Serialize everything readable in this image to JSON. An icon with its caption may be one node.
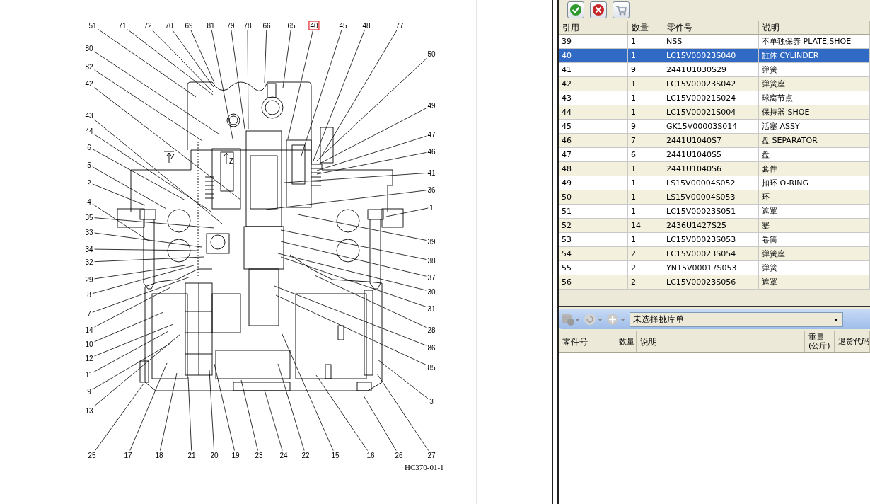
{
  "diagram": {
    "nodes": [
      {
        "text": [
          "51"
        ]
      },
      {
        "text": [
          "71"
        ]
      },
      {
        "text": [
          "72"
        ]
      },
      {
        "text": [
          "70"
        ]
      },
      {
        "text": [
          "69"
        ]
      },
      {
        "text": [
          "81"
        ]
      },
      {
        "text": [
          "79"
        ]
      },
      {
        "text": [
          "78"
        ]
      },
      {
        "text": [
          "66"
        ]
      },
      {
        "text": [
          "65"
        ]
      },
      {
        "text": [
          "40"
        ]
      },
      {
        "text": [
          "45"
        ]
      },
      {
        "text": [
          "48"
        ]
      },
      {
        "text": [
          "77"
        ]
      },
      {
        "text": [
          "80"
        ]
      },
      {
        "text": [
          "82"
        ]
      },
      {
        "text": [
          "42"
        ]
      },
      {
        "text": [
          "43"
        ]
      },
      {
        "text": [
          "44"
        ]
      },
      {
        "text": [
          "6"
        ]
      },
      {
        "text": [
          "5"
        ]
      },
      {
        "text": [
          "2"
        ]
      },
      {
        "text": [
          "4"
        ]
      },
      {
        "text": [
          "35"
        ]
      },
      {
        "text": [
          "33"
        ]
      },
      {
        "text": [
          "34"
        ]
      },
      {
        "text": [
          "32"
        ]
      },
      {
        "text": [
          "29"
        ]
      },
      {
        "text": [
          "8"
        ]
      },
      {
        "text": [
          "7"
        ]
      },
      {
        "text": [
          "14"
        ]
      },
      {
        "text": [
          "10"
        ]
      },
      {
        "text": [
          "12"
        ]
      },
      {
        "text": [
          "11"
        ]
      },
      {
        "text": [
          "9"
        ]
      },
      {
        "text": [
          "13"
        ]
      },
      {
        "text": [
          "50"
        ]
      },
      {
        "text": [
          "49"
        ]
      },
      {
        "text": [
          "47"
        ]
      },
      {
        "text": [
          "46"
        ]
      },
      {
        "text": [
          "41"
        ]
      },
      {
        "text": [
          "36"
        ]
      },
      {
        "text": [
          "1"
        ]
      },
      {
        "text": [
          "39"
        ]
      },
      {
        "text": [
          "38"
        ]
      },
      {
        "text": [
          "37"
        ]
      },
      {
        "text": [
          "30"
        ]
      },
      {
        "text": [
          "31"
        ]
      },
      {
        "text": [
          "28"
        ]
      },
      {
        "text": [
          "86"
        ]
      },
      {
        "text": [
          "85"
        ]
      },
      {
        "text": [
          "3"
        ]
      },
      {
        "text": [
          "25"
        ]
      },
      {
        "text": [
          "17"
        ]
      },
      {
        "text": [
          "18"
        ]
      },
      {
        "text": [
          "21"
        ]
      },
      {
        "text": [
          "20"
        ]
      },
      {
        "text": [
          "19"
        ]
      },
      {
        "text": [
          "23"
        ]
      },
      {
        "text": [
          "24"
        ]
      },
      {
        "text": [
          "22"
        ]
      },
      {
        "text": [
          "15"
        ]
      },
      {
        "text": [
          "16"
        ]
      },
      {
        "text": [
          "26"
        ]
      },
      {
        "text": [
          "27"
        ]
      }
    ],
    "edges": [
      {
        "from": 0,
        "to": null,
        "arrow": "none"
      },
      {
        "from": 1,
        "to": null,
        "arrow": "none"
      },
      {
        "from": 2,
        "to": null,
        "arrow": "none"
      },
      {
        "from": 3,
        "to": null,
        "arrow": "none"
      },
      {
        "from": 4,
        "to": null,
        "arrow": "none"
      },
      {
        "from": 5,
        "to": null,
        "arrow": "none"
      },
      {
        "from": 6,
        "to": null,
        "arrow": "none"
      },
      {
        "from": 7,
        "to": null,
        "arrow": "none"
      },
      {
        "from": 8,
        "to": null,
        "arrow": "none"
      },
      {
        "from": 9,
        "to": null,
        "arrow": "none"
      },
      {
        "from": 10,
        "to": null,
        "arrow": "none"
      },
      {
        "from": 11,
        "to": null,
        "arrow": "none"
      },
      {
        "from": 12,
        "to": null,
        "arrow": "none"
      },
      {
        "from": 13,
        "to": null,
        "arrow": "none"
      },
      {
        "from": 14,
        "to": null,
        "arrow": "none"
      },
      {
        "from": 15,
        "to": null,
        "arrow": "none"
      },
      {
        "from": 16,
        "to": null,
        "arrow": "none"
      },
      {
        "from": 17,
        "to": null,
        "arrow": "none"
      },
      {
        "from": 18,
        "to": null,
        "arrow": "none"
      },
      {
        "from": 19,
        "to": null,
        "arrow": "none"
      },
      {
        "from": 20,
        "to": null,
        "arrow": "none"
      },
      {
        "from": 21,
        "to": null,
        "arrow": "none"
      },
      {
        "from": 22,
        "to": null,
        "arrow": "none"
      },
      {
        "from": 23,
        "to": null,
        "arrow": "none"
      },
      {
        "from": 24,
        "to": null,
        "arrow": "none"
      },
      {
        "from": 25,
        "to": null,
        "arrow": "none"
      },
      {
        "from": 26,
        "to": null,
        "arrow": "none"
      },
      {
        "from": 27,
        "to": null,
        "arrow": "none"
      },
      {
        "from": 28,
        "to": null,
        "arrow": "none"
      },
      {
        "from": 29,
        "to": null,
        "arrow": "none"
      },
      {
        "from": 30,
        "to": null,
        "arrow": "none"
      },
      {
        "from": 31,
        "to": null,
        "arrow": "none"
      },
      {
        "from": 32,
        "to": null,
        "arrow": "none"
      },
      {
        "from": 33,
        "to": null,
        "arrow": "none"
      },
      {
        "from": 34,
        "to": null,
        "arrow": "none"
      },
      {
        "from": 35,
        "to": null,
        "arrow": "none"
      },
      {
        "from": 36,
        "to": null,
        "arrow": "none"
      },
      {
        "from": 37,
        "to": null,
        "arrow": "none"
      },
      {
        "from": 38,
        "to": null,
        "arrow": "none"
      },
      {
        "from": 39,
        "to": null,
        "arrow": "none"
      },
      {
        "from": 40,
        "to": null,
        "arrow": "none"
      },
      {
        "from": 41,
        "to": null,
        "arrow": "none"
      },
      {
        "from": 42,
        "to": null,
        "arrow": "none"
      },
      {
        "from": 43,
        "to": null,
        "arrow": "none"
      },
      {
        "from": 44,
        "to": null,
        "arrow": "none"
      },
      {
        "from": 45,
        "to": null,
        "arrow": "none"
      },
      {
        "from": 46,
        "to": null,
        "arrow": "none"
      },
      {
        "from": 47,
        "to": null,
        "arrow": "none"
      },
      {
        "from": 48,
        "to": null,
        "arrow": "none"
      },
      {
        "from": 49,
        "to": null,
        "arrow": "none"
      },
      {
        "from": 50,
        "to": null,
        "arrow": "none"
      },
      {
        "from": 51,
        "to": null,
        "arrow": "none"
      },
      {
        "from": 52,
        "to": null,
        "arrow": "none"
      },
      {
        "from": 53,
        "to": null,
        "arrow": "none"
      },
      {
        "from": 54,
        "to": null,
        "arrow": "none"
      },
      {
        "from": 55,
        "to": null,
        "arrow": "none"
      },
      {
        "from": 56,
        "to": null,
        "arrow": "none"
      },
      {
        "from": 57,
        "to": null,
        "arrow": "none"
      },
      {
        "from": 58,
        "to": null,
        "arrow": "none"
      },
      {
        "from": 59,
        "to": null,
        "arrow": "none"
      },
      {
        "from": 60,
        "to": null,
        "arrow": "none"
      },
      {
        "from": 61,
        "to": null,
        "arrow": "none"
      },
      {
        "from": 62,
        "to": null,
        "arrow": "none"
      },
      {
        "from": 63,
        "to": null,
        "arrow": "none"
      },
      {
        "from": 64,
        "to": null,
        "arrow": "none"
      }
    ],
    "labels": [
      "Z",
      "Z",
      "HC370-01-1",
      "引用",
      "数量",
      "零件号",
      "说明",
      "39",
      "1",
      "NSS",
      "不单独保养 PLATE,SHOE",
      "40",
      "1",
      "LC15V00023S040",
      "缸体 CYLINDER",
      "41",
      "9",
      "2441U1030S29",
      "弹簧",
      "42",
      "1",
      "LC15V00023S042",
      "弹簧座",
      "43",
      "1",
      "LC15V00021S024",
      "球窝节点",
      "44",
      "1",
      "LC15V00021S004",
      "保持器 SHOE",
      "45",
      "9",
      "GK15V00003S014",
      "活塞 ASSY",
      "46",
      "7",
      "2441U1040S7",
      "盘 SEPARATOR",
      "47",
      "6",
      "2441U1040S5",
      "盘",
      "48",
      "1",
      "2441U1040S6",
      "套件",
      "49",
      "1",
      "LS15V00004S052",
      "扣环 O-RING",
      "50",
      "1",
      "LS15V00004S053",
      "环",
      "51",
      "1",
      "LC15V00023S051",
      "遮罩",
      "52",
      "14",
      "2436U1427S25",
      "塞",
      "53",
      "1",
      "LC15V00023S053",
      "卷筒",
      "54",
      "2",
      "LC15V00023S054",
      "弹簧座",
      "55",
      "2",
      "YN15V00017S053",
      "弹簧",
      "56",
      "2",
      "LC15V00023S056",
      "遮罩",
      "未选择挑库单",
      "零件号",
      "数量",
      "说明",
      "重量(公斤)",
      "退货代码"
    ]
  }
}
